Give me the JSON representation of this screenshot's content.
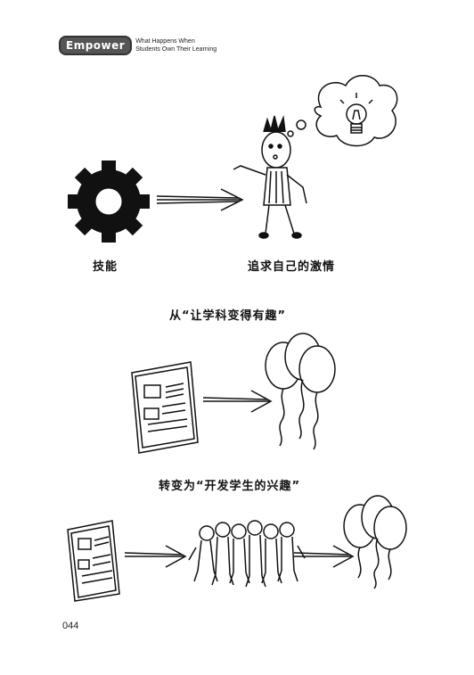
{
  "header": {
    "brand": "Empower",
    "subtitle_line1": "What Happens When",
    "subtitle_line2": "Students Own Their Learning"
  },
  "captions": {
    "skill": "技能",
    "pursue_passion": "追求自己的激情",
    "from_interesting": "从“让学科变得有趣”",
    "to_develop_interest": "转变为“开发学生的兴趣”"
  },
  "page_number": "044"
}
